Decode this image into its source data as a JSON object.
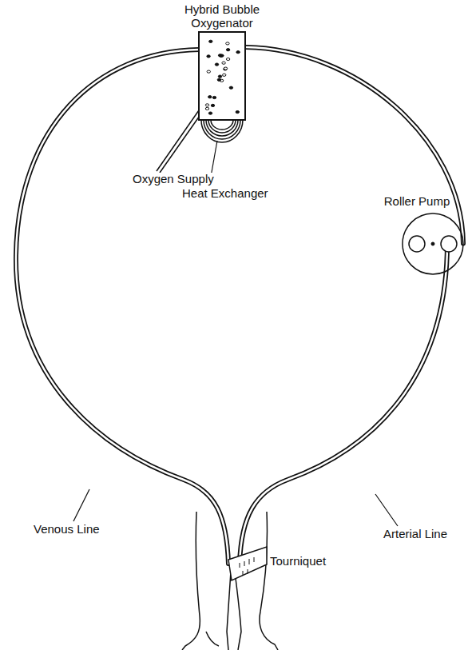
{
  "diagram": {
    "nodes": [
      {
        "text": [
          "Hybrid Bubble Oxygenator"
        ]
      },
      {
        "text": [
          "Roller Pump"
        ]
      }
    ],
    "edges": [
      {
        "from": 0,
        "to": 1,
        "arrow": "none"
      }
    ],
    "labels": [
      "Oxygen Supply",
      "Heat Exchanger",
      "Venous Line",
      "Arterial Line",
      "Tourniquet"
    ]
  }
}
